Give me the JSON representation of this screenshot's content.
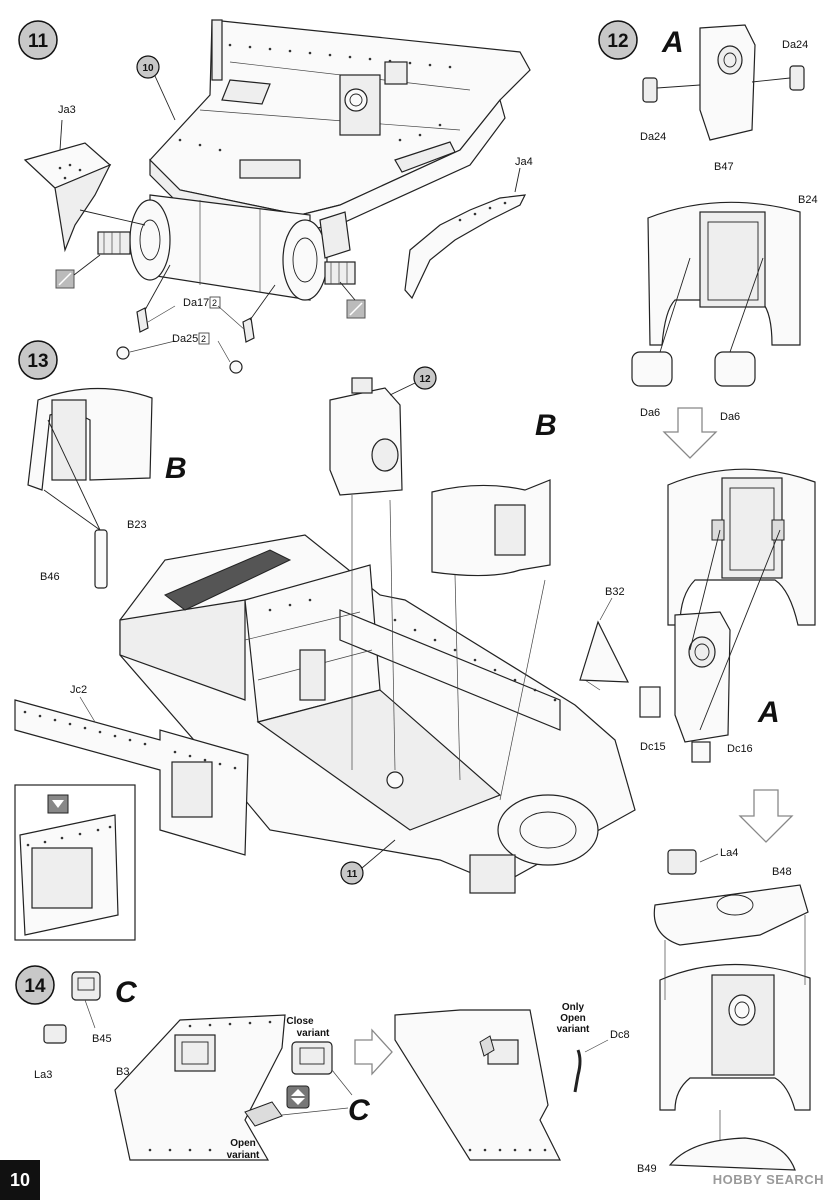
{
  "page_number": "10",
  "watermark": "HOBBY SEARCH",
  "steps": [
    {
      "number": "11"
    },
    {
      "number": "12"
    },
    {
      "number": "13"
    },
    {
      "number": "14"
    }
  ],
  "subassembly_refs": {
    "ref_10": "10",
    "ref_12": "12",
    "ref_11": "11"
  },
  "letters": {
    "a": "A",
    "b": "B",
    "c": "C"
  },
  "parts": {
    "ja3": "Ja3",
    "ja4": "Ja4",
    "da17": "Da17",
    "da17_qty": "2",
    "da25": "Da25",
    "da25_qty": "2",
    "da24": "Da24",
    "b47": "B47",
    "b24": "B24",
    "da6": "Da6",
    "b23": "B23",
    "b46": "B46",
    "b32": "B32",
    "jc2": "Jc2",
    "dc15": "Dc15",
    "dc16": "Dc16",
    "la4": "La4",
    "b48": "B48",
    "b49": "B49",
    "la3": "La3",
    "b45": "B45",
    "b3": "B3",
    "dc8": "Dc8"
  },
  "notes": {
    "close_variant_1": "Close",
    "close_variant_2": "variant",
    "open_variant_1": "Open",
    "open_variant_2": "variant",
    "only_open_1": "Only",
    "only_open_2": "Open",
    "only_open_3": "variant"
  }
}
